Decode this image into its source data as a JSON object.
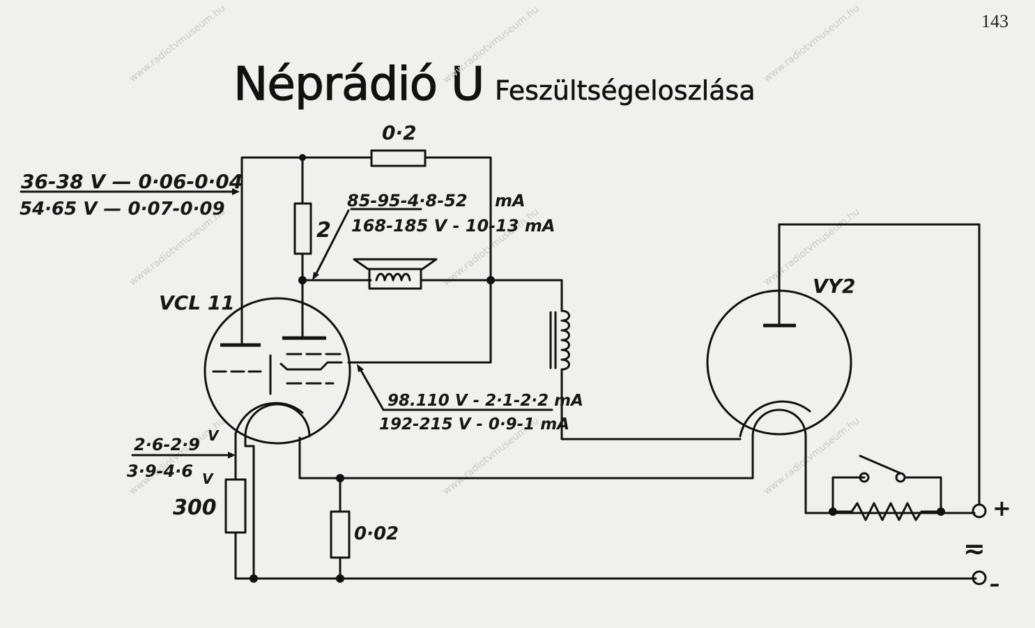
{
  "page_number": "143",
  "title": "Néprádió U",
  "subtitle": "Feszültségeloszlása",
  "watermark": "www.radiotvmuseum.hu",
  "tubes": {
    "left": "VCL 11",
    "right": "VY2"
  },
  "components": {
    "top_resistor": "0·2",
    "screen_resistor": "2",
    "cathode_resistor": "300",
    "bottom_resistor": "0·02"
  },
  "annotations": {
    "feed_line1": "36-38 V — 0·06-0·04",
    "feed_line2": "54·65 V — 0·07-0·09",
    "anode_line1": "85-95-4·8-52",
    "anode_unit1": "mA",
    "anode_line2": "168-185 V - 10-13 mA",
    "grid_line1": "98.110 V - 2·1-2·2 mA",
    "grid_line2": "192-215 V - 0·9-1 mA",
    "heater_line1": "2·6-2·9",
    "heater_unit1": "V",
    "heater_line2": "3·9-4·6",
    "heater_unit2": "V"
  },
  "terminals": {
    "plus": "+",
    "minus": "–",
    "ac_dc": "≂"
  },
  "icons": {
    "speaker": "speaker-icon",
    "choke": "inductor-icon",
    "switch": "switch-icon"
  }
}
